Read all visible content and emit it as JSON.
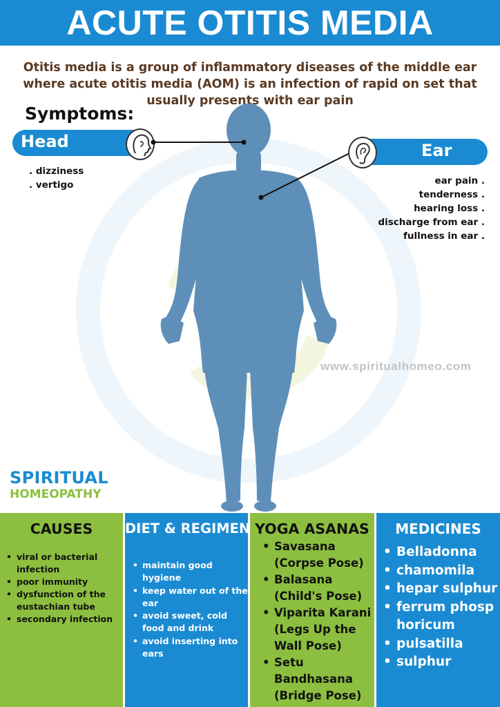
{
  "title": "ACUTE OTITIS MEDIA",
  "intro": "Otitis media is a group of inflammatory diseases of the middle ear where acute otitis media (AOM) is an infection of rapid on set that usually presents with ear pain",
  "symptoms": {
    "label": "Symptoms:",
    "head": {
      "label": "Head",
      "items": [
        ". dizziness",
        ". vertigo"
      ]
    },
    "ear": {
      "label": "Ear",
      "items": [
        "ear pain .",
        "tenderness .",
        "hearing loss .",
        "discharge from ear .",
        "fullness in ear ."
      ]
    }
  },
  "website": "www.spiritualhomeo.com",
  "brand": {
    "line1": "SPIRITUAL",
    "line2": "HOMEOPATHY"
  },
  "colors": {
    "blue": "#1a8bd2",
    "green": "#8cbf3f",
    "brown": "#5a3a22",
    "figure": "#5e8fb8"
  },
  "icons": [
    "head-profile-icon",
    "ear-icon"
  ],
  "columns": {
    "causes": {
      "title": "CAUSES",
      "items": [
        "viral or bacterial infection",
        "poor immunity",
        "dysfunction of the eustachian tube",
        "secondary infection"
      ]
    },
    "diet": {
      "title": "DIET & REGIMEN",
      "items": [
        "maintain good hygiene",
        "keep water out of the ear",
        "avoid sweet, cold food and drink",
        "avoid inserting into ears"
      ]
    },
    "yoga": {
      "title": "YOGA ASANAS",
      "items": [
        "Savasana (Corpse Pose)",
        "Balasana (Child's Pose)",
        "Viparita Karani (Legs Up the Wall Pose)",
        "Setu Bandhasana (Bridge Pose)"
      ]
    },
    "medicines": {
      "title": "MEDICINES",
      "items": [
        "Belladonna",
        "chamomila",
        "hepar sulphur",
        "ferrum phosphoricum",
        "pulsatilla",
        "sulphur"
      ]
    }
  }
}
